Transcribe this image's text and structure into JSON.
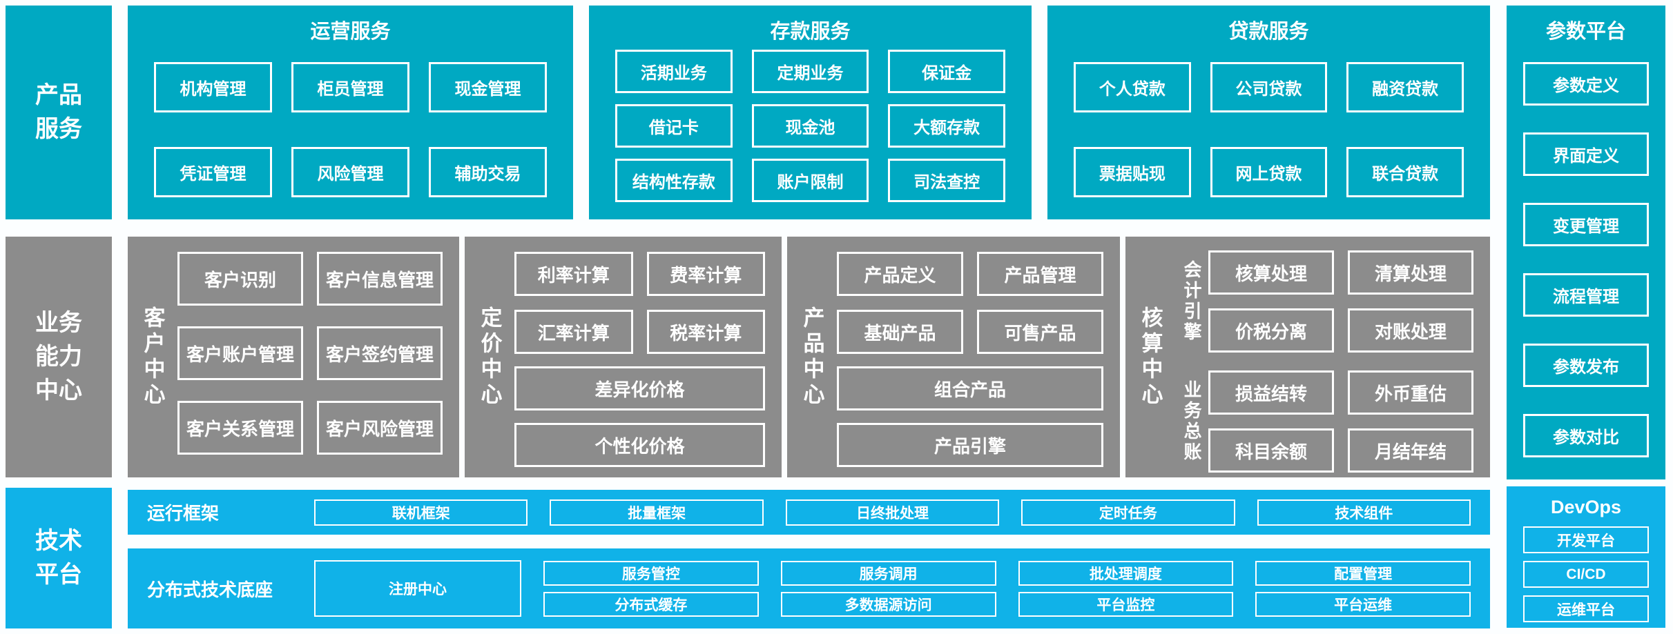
{
  "colors": {
    "teal": "#00a9c2",
    "gray": "#8c8c8c",
    "blue": "#10b2e8",
    "box_border": "#ffffff"
  },
  "row_labels": {
    "product_services": "产品\n服务",
    "business_center": "业务\n能力\n中心",
    "tech_platform": "技术\n平台"
  },
  "operations": {
    "title": "运营服务",
    "items": [
      "机构管理",
      "柜员管理",
      "现金管理",
      "凭证管理",
      "风险管理",
      "辅助交易"
    ]
  },
  "deposit": {
    "title": "存款服务",
    "items": [
      "活期业务",
      "定期业务",
      "保证金",
      "借记卡",
      "现金池",
      "大额存款",
      "结构性存款",
      "账户限制",
      "司法查控"
    ]
  },
  "loan": {
    "title": "贷款服务",
    "items": [
      "个人贷款",
      "公司贷款",
      "融资贷款",
      "票据贴现",
      "网上贷款",
      "联合贷款"
    ]
  },
  "parameter": {
    "title": "参数平台",
    "items": [
      "参数定义",
      "界面定义",
      "变更管理",
      "流程管理",
      "参数发布",
      "参数对比"
    ]
  },
  "customer": {
    "label": "客户中心",
    "items": [
      "客户识别",
      "客户信息管理",
      "客户账户管理",
      "客户签约管理",
      "客户关系管理",
      "客户风险管理"
    ]
  },
  "pricing": {
    "label": "定价中心",
    "grid": [
      "利率计算",
      "费率计算",
      "汇率计算",
      "税率计算"
    ],
    "wide": [
      "差异化价格",
      "个性化价格"
    ]
  },
  "product": {
    "label": "产品中心",
    "grid": [
      "产品定义",
      "产品管理",
      "基础产品",
      "可售产品"
    ],
    "wide": [
      "组合产品",
      "产品引擎"
    ]
  },
  "accounting": {
    "label": "核算中心",
    "groups": [
      {
        "label": "会计引擎",
        "items": [
          "核算处理",
          "清算处理",
          "价税分离",
          "对账处理"
        ]
      },
      {
        "label": "业务总账",
        "items": [
          "损益结转",
          "外币重估",
          "科目余额",
          "月结年结"
        ]
      }
    ]
  },
  "runtime": {
    "label": "运行框架",
    "items": [
      "联机框架",
      "批量框架",
      "日终批处理",
      "定时任务",
      "技术组件"
    ]
  },
  "distributed": {
    "label": "分布式技术底座",
    "tall_item": "注册中心",
    "pairs": [
      [
        "服务管控",
        "分布式缓存"
      ],
      [
        "服务调用",
        "多数据源访问"
      ],
      [
        "批处理调度",
        "平台监控"
      ],
      [
        "配置管理",
        "平台运维"
      ]
    ]
  },
  "devops": {
    "title": "DevOps",
    "items": [
      "开发平台",
      "CI/CD",
      "运维平台"
    ]
  }
}
